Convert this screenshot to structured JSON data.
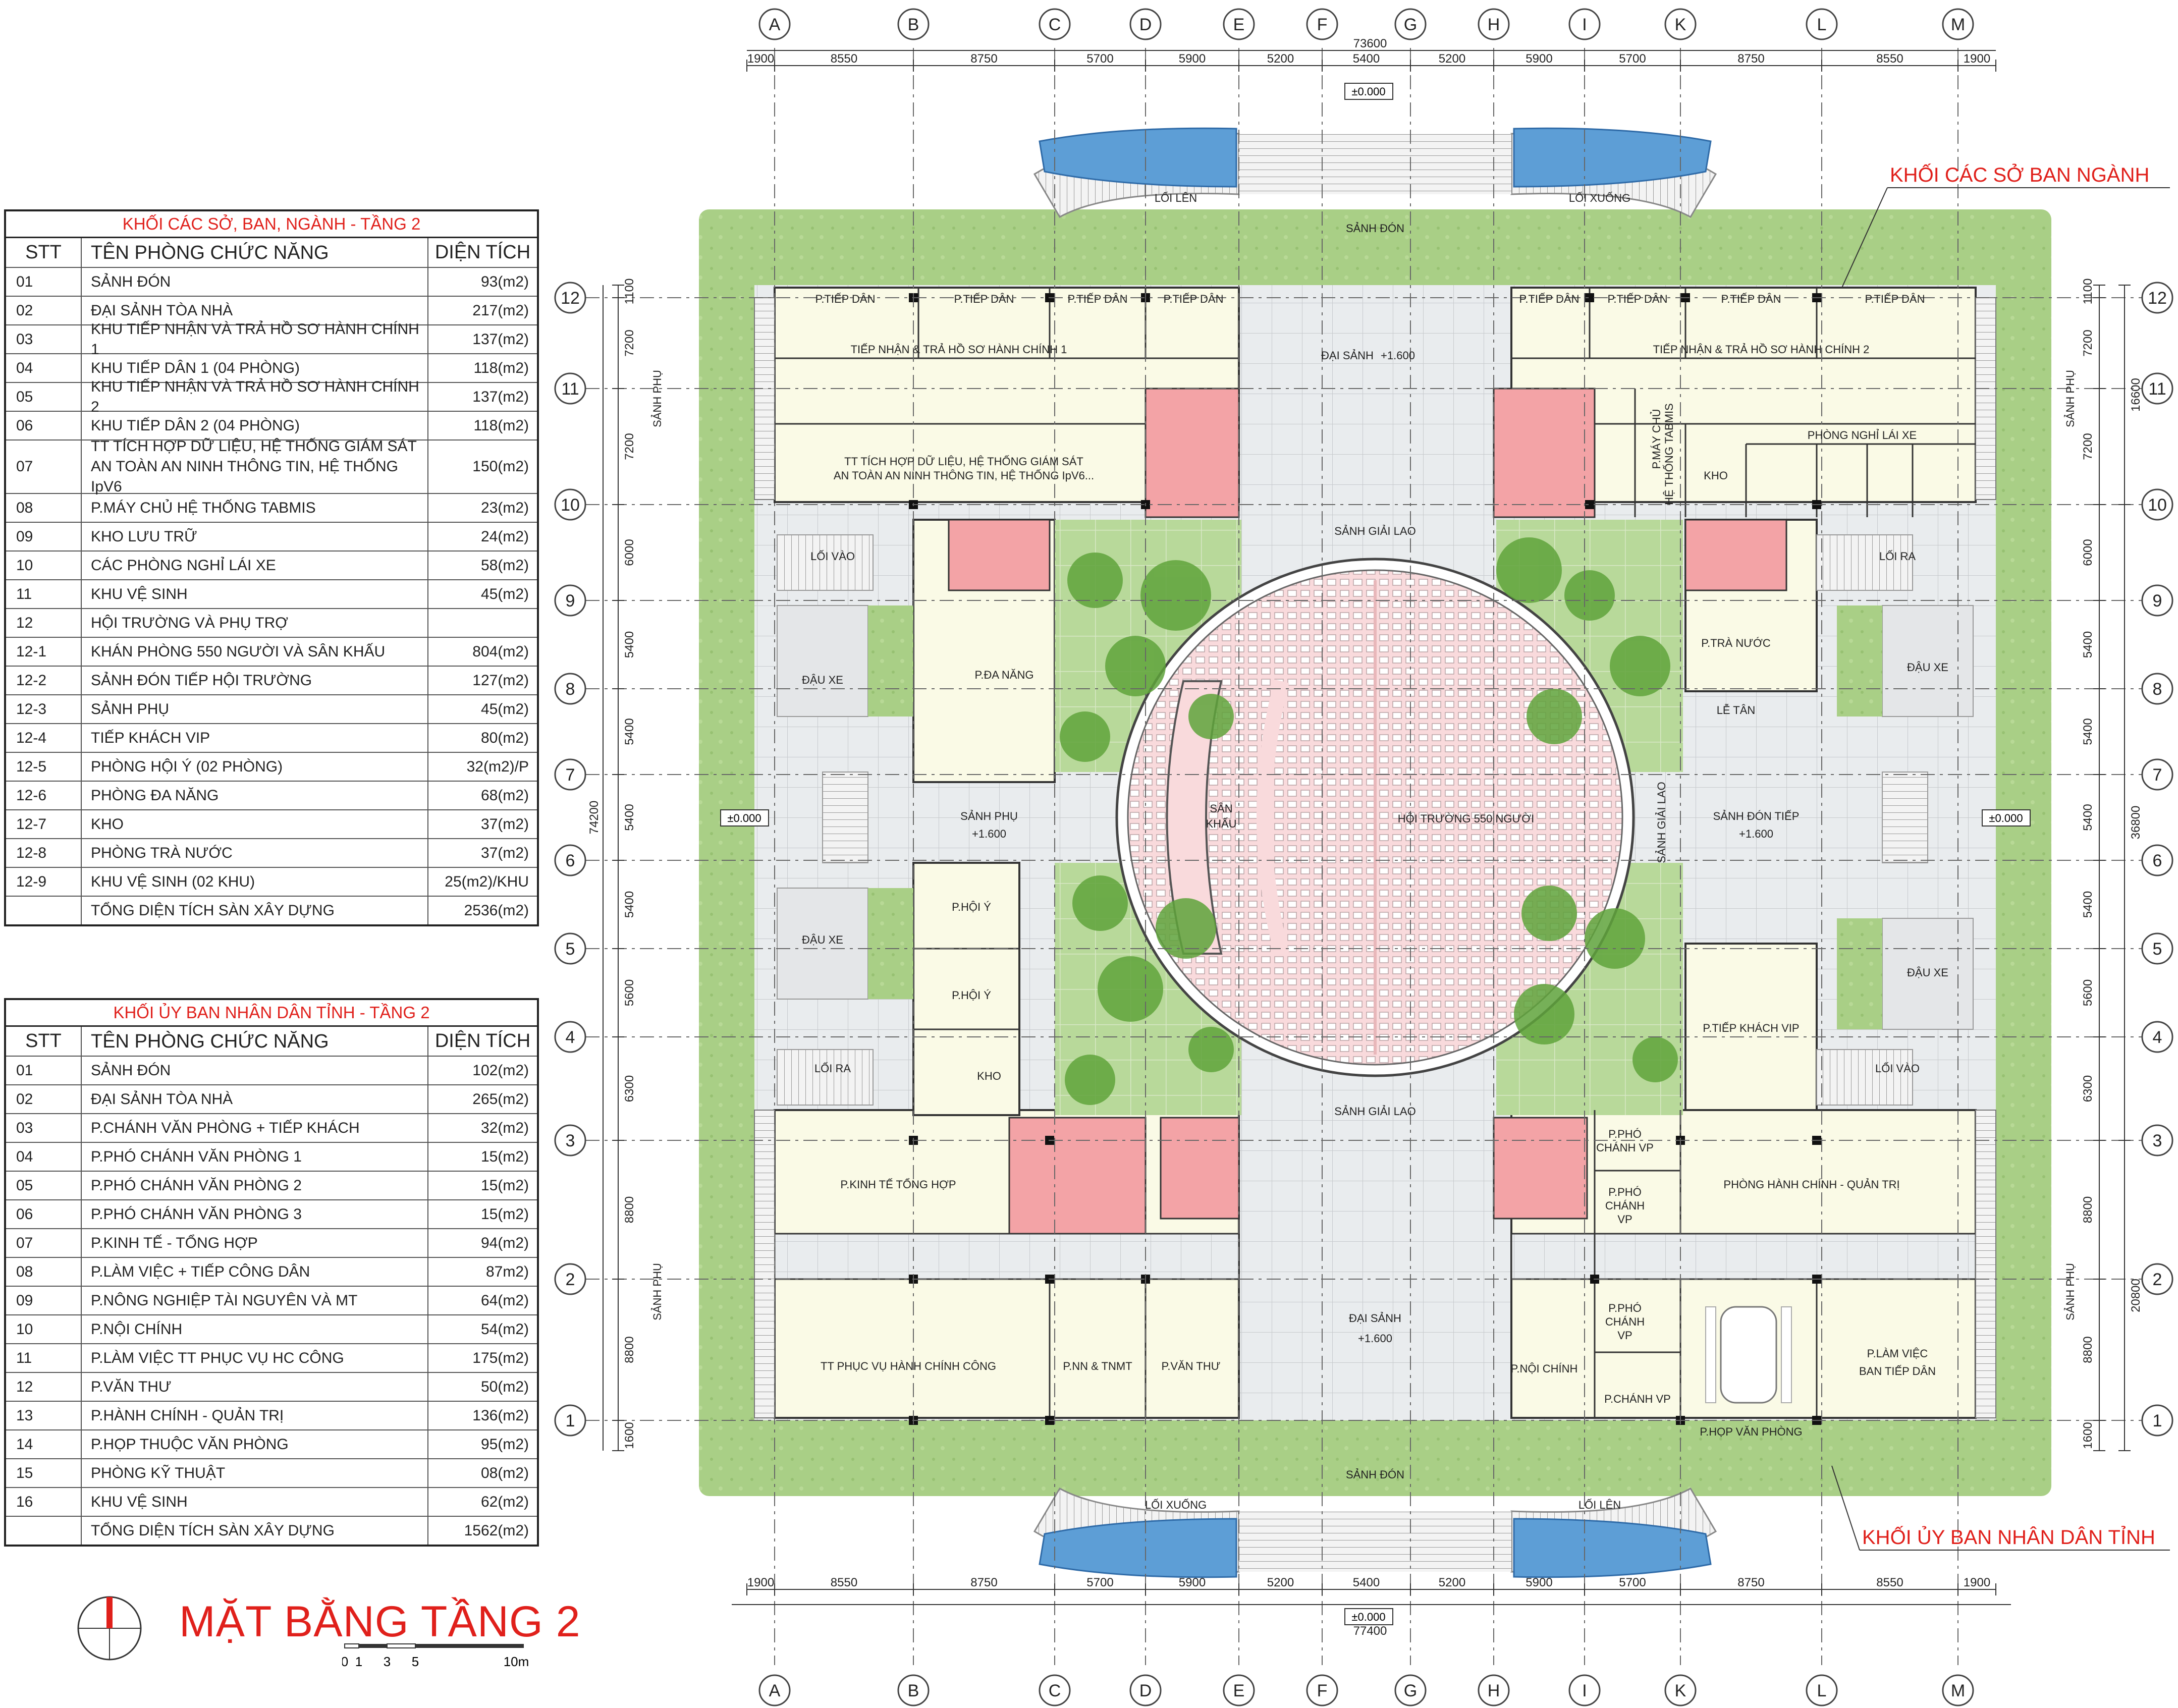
{
  "plan_title": "MẶT BẰNG TẦNG 2",
  "block_labels": {
    "top_right": "KHỐI CÁC SỞ BAN NGÀNH",
    "bottom_right": "KHỐI ỦY BAN NHÂN DÂN TỈNH"
  },
  "table1": {
    "title": "KHỐI CÁC SỞ, BAN, NGÀNH - TẦNG 2",
    "headers": [
      "STT",
      "TÊN PHÒNG CHỨC NĂNG",
      "DIỆN TÍCH"
    ],
    "rows": [
      [
        "01",
        "SẢNH ĐÓN",
        "93(m2)"
      ],
      [
        "02",
        "ĐẠI SẢNH TÒA NHÀ",
        "217(m2)"
      ],
      [
        "03",
        "KHU TIẾP NHẬN VÀ TRẢ HỒ SƠ HÀNH CHÍNH 1",
        "137(m2)"
      ],
      [
        "04",
        "KHU TIẾP DÂN 1 (04 PHÒNG)",
        "118(m2)"
      ],
      [
        "05",
        "KHU TIẾP NHẬN VÀ TRẢ HỒ SƠ HÀNH CHÍNH 2",
        "137(m2)"
      ],
      [
        "06",
        "KHU TIẾP DÂN 2 (04 PHÒNG)",
        "118(m2)"
      ],
      [
        "07",
        "TT TÍCH HỢP DỮ LIỆU, HỆ THỐNG GIÁM SÁT\nAN TOÀN AN NINH THÔNG TIN, HỆ THỐNG IpV6",
        "150(m2)"
      ],
      [
        "08",
        "P.MÁY CHỦ HỆ THỐNG TABMIS",
        "23(m2)"
      ],
      [
        "09",
        "KHO LƯU TRỮ",
        "24(m2)"
      ],
      [
        "10",
        "CÁC PHÒNG NGHỈ LÁI XE",
        "58(m2)"
      ],
      [
        "11",
        "KHU VỆ SINH",
        "45(m2)"
      ],
      [
        "12",
        "HỘI TRƯỜNG VÀ PHỤ TRỢ",
        ""
      ],
      [
        "12-1",
        "KHÁN PHÒNG 550 NGƯỜI VÀ SÂN KHẤU",
        "804(m2)"
      ],
      [
        "12-2",
        "SẢNH ĐÓN TIẾP HỘI TRƯỜNG",
        "127(m2)"
      ],
      [
        "12-3",
        "SẢNH PHỤ",
        "45(m2)"
      ],
      [
        "12-4",
        "TIẾP KHÁCH VIP",
        "80(m2)"
      ],
      [
        "12-5",
        "PHÒNG HỘI Ý (02 PHÒNG)",
        "32(m2)/P"
      ],
      [
        "12-6",
        "PHÒNG ĐA NĂNG",
        "68(m2)"
      ],
      [
        "12-7",
        "KHO",
        "37(m2)"
      ],
      [
        "12-8",
        "PHÒNG TRÀ NƯỚC",
        "37(m2)"
      ],
      [
        "12-9",
        "KHU VỆ SINH (02 KHU)",
        "25(m2)/KHU"
      ],
      [
        "",
        "TỔNG DIỆN TÍCH SÀN XÂY DỰNG",
        "2536(m2)"
      ]
    ]
  },
  "table2": {
    "title": "KHỐI ỦY BAN NHÂN DÂN TỈNH - TẦNG 2",
    "headers": [
      "STT",
      "TÊN PHÒNG CHỨC NĂNG",
      "DIỆN TÍCH"
    ],
    "rows": [
      [
        "01",
        "SẢNH ĐÓN",
        "102(m2)"
      ],
      [
        "02",
        "ĐẠI SẢNH TÒA NHÀ",
        "265(m2)"
      ],
      [
        "03",
        "P.CHÁNH VĂN PHÒNG + TIẾP KHÁCH",
        "32(m2)"
      ],
      [
        "04",
        "P.PHÓ CHÁNH VĂN PHÒNG 1",
        "15(m2)"
      ],
      [
        "05",
        "P.PHÓ CHÁNH VĂN PHÒNG 2",
        "15(m2)"
      ],
      [
        "06",
        "P.PHÓ CHÁNH VĂN PHÒNG 3",
        "15(m2)"
      ],
      [
        "07",
        "P.KINH TẾ - TỔNG HỢP",
        "94(m2)"
      ],
      [
        "08",
        "P.LÀM VIỆC + TIẾP CÔNG DÂN",
        "87m2)"
      ],
      [
        "09",
        "P.NÔNG NGHIỆP TÀI NGUYÊN VÀ MT",
        "64(m2)"
      ],
      [
        "10",
        "P.NỘI CHÍNH",
        "54(m2)"
      ],
      [
        "11",
        "P.LÀM VIỆC TT PHỤC VỤ HC CÔNG",
        "175(m2)"
      ],
      [
        "12",
        "P.VĂN THƯ",
        "50(m2)"
      ],
      [
        "13",
        "P.HÀNH CHÍNH - QUẢN TRỊ",
        "136(m2)"
      ],
      [
        "14",
        "P.HỌP THUỘC VĂN PHÒNG",
        "95(m2)"
      ],
      [
        "15",
        "PHÒNG KỸ THUẬT",
        "08(m2)"
      ],
      [
        "16",
        "KHU VỆ SINH",
        "62(m2)"
      ],
      [
        "",
        "TỔNG DIỆN TÍCH SÀN XÂY DỰNG",
        "1562(m2)"
      ]
    ]
  },
  "grid": {
    "columns": [
      "A",
      "B",
      "C",
      "D",
      "E",
      "F",
      "G",
      "H",
      "I",
      "K",
      "L",
      "M"
    ],
    "rows": [
      "12",
      "11",
      "10",
      "9",
      "8",
      "7",
      "6",
      "5",
      "4",
      "3",
      "2",
      "1"
    ],
    "dims_top": [
      "1900",
      "8550",
      "8750",
      "5700",
      "5900",
      "5200",
      "5400",
      "5200",
      "5900",
      "5700",
      "8750",
      "8550",
      "1900"
    ],
    "dim_top_total": "73600",
    "dim_bottom_total": "77400",
    "dims_left": [
      "1100",
      "7200",
      "7200",
      "6000",
      "5400",
      "5400",
      "5400",
      "5400",
      "5600",
      "6300",
      "8800",
      "8800",
      "1600"
    ],
    "dim_left_total": "74200",
    "dims_right_inner": [
      "1100",
      "7200",
      "7200",
      "6000",
      "5400",
      "5400",
      "5400",
      "5400",
      "5600",
      "6300",
      "8800",
      "8800",
      "1600"
    ],
    "dims_right_outer": [
      "16600",
      "36800",
      "20800"
    ]
  },
  "levels": {
    "zero": "±0.000",
    "plus": "+1.600"
  },
  "rooms": {
    "tiep_dan": "P.TIẾP DÂN",
    "tiep_nhan_1": "TIẾP NHẬN & TRẢ HỒ SƠ HÀNH CHÍNH 1",
    "tiep_nhan_2": "TIẾP NHẬN & TRẢ HỒ SƠ HÀNH CHÍNH 2",
    "tt_tich_hop": "TT TÍCH HỢP DỮ LIỆU, HỆ THỐNG GIÁM SÁT",
    "tt_tich_hop_2": "AN TOÀN AN NINH THÔNG TIN, HỆ THỐNG IpV6...",
    "may_chu_1": "P.MÁY CHỦ",
    "may_chu_2": "HỆ THỐNG TABMIS",
    "kho": "KHO",
    "nghi_lai_xe": "PHÒNG NGHỈ LÁI XE",
    "dai_sanh": "ĐẠI SẢNH",
    "sanh_don": "SẢNH ĐÓN",
    "sanh_giai_lao": "SẢNH GIẢI LAO",
    "sanh_phu": "SẢNH PHỤ",
    "loi_len": "LỐI LÊN",
    "loi_xuong": "LỐI XUỐNG",
    "loi_vao": "LỐI VÀO",
    "loi_ra": "LỐI RA",
    "dau_xe": "ĐẬU XE",
    "da_nang": "P.ĐA NĂNG",
    "tra_nuoc": "P.TRÀ NƯỚC",
    "le_tan": "LỄ TÂN",
    "san_khau_1": "SÂN",
    "san_khau_2": "KHẤU",
    "hoi_truong": "HỘI TRƯỜNG 550 NGƯỜI",
    "sanh_don_tiep": "SẢNH ĐÓN TIẾP",
    "hoi_y": "P.HỘI Ý",
    "tiep_khach_vip": "P.TIẾP KHÁCH VIP",
    "kinh_te": "P.KINH TẾ TỔNG HỢP",
    "pho_chanh_vp": "P.PHÓ",
    "chanh_vp_word": "CHÁNH VP",
    "chanh_word": "CHÁNH",
    "vp_word": "VP",
    "hanh_chinh": "PHÒNG HÀNH CHÍNH - QUẢN TRỊ",
    "tt_phuc_vu": "TT PHỤC VỤ HÀNH CHÍNH CÔNG",
    "nn_tnmt": "P.NN & TNMT",
    "van_thu": "P.VĂN THƯ",
    "noi_chinh": "P.NỘI CHÍNH",
    "chanh_vp": "P.CHÁNH VP",
    "hop_vp": "P.HỌP VĂN PHÒNG",
    "lam_viec_1": "P.LÀM VIỆC",
    "lam_viec_2": "BAN TIẾP DÂN"
  },
  "scale": {
    "ticks": [
      "0",
      "1",
      "3",
      "5",
      "10m"
    ]
  },
  "colors": {
    "title_red": "#e0201b",
    "room": "#fafae6",
    "wc": "#f3a3a6",
    "green": "#a9cf86",
    "water": "#5d9ed6",
    "hall": "#f9dadc"
  }
}
